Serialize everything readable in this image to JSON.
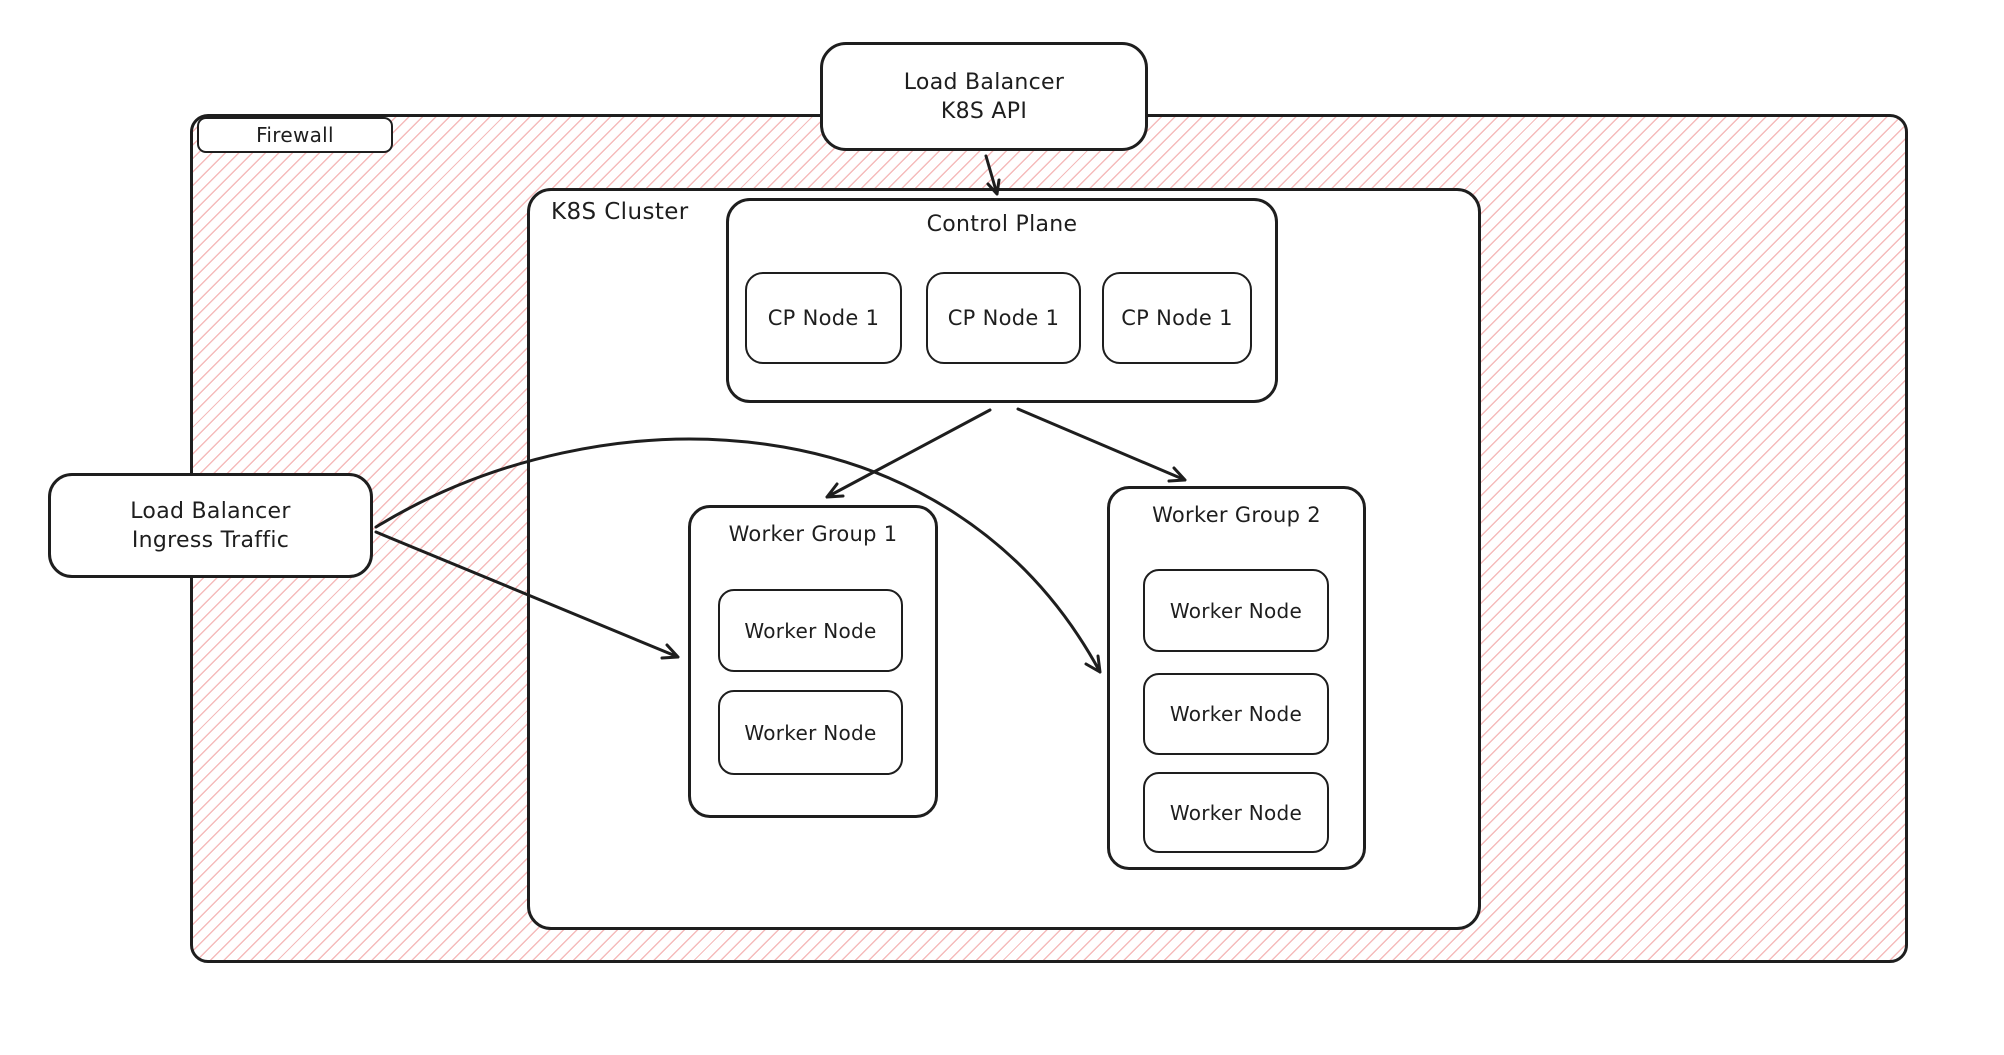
{
  "diagram": {
    "firewall": {
      "label": "Firewall"
    },
    "lb_api": {
      "line1": "Load Balancer",
      "line2": "K8S API"
    },
    "lb_ingress": {
      "line1": "Load Balancer",
      "line2": "Ingress Traffic"
    },
    "cluster": {
      "label": "K8S Cluster"
    },
    "control_plane": {
      "label": "Control Plane",
      "nodes": [
        "CP Node 1",
        "CP Node 1",
        "CP Node 1"
      ]
    },
    "worker_groups": [
      {
        "label": "Worker Group 1",
        "nodes": [
          "Worker Node",
          "Worker Node"
        ]
      },
      {
        "label": "Worker Group 2",
        "nodes": [
          "Worker Node",
          "Worker Node",
          "Worker Node"
        ]
      }
    ],
    "colors": {
      "stroke": "#1e1e1e",
      "hatch_red": "#e03131",
      "background": "#ffffff"
    }
  }
}
